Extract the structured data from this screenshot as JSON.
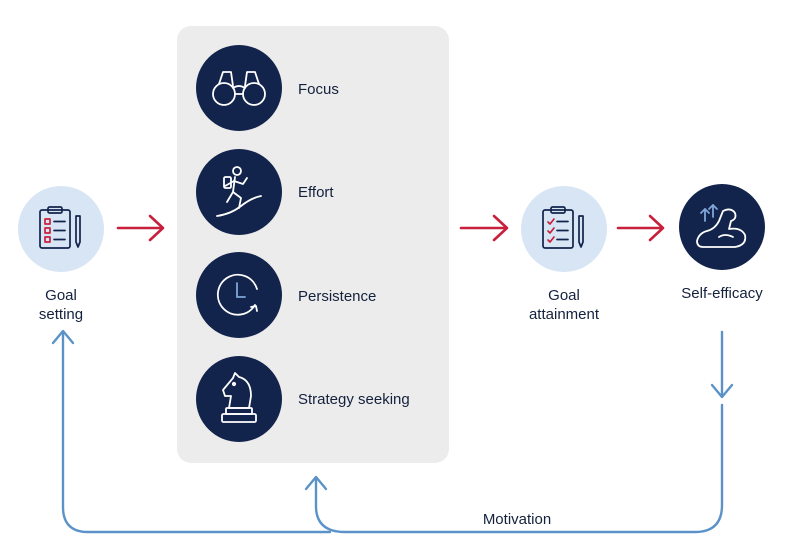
{
  "nodes": {
    "goal_setting": {
      "label_line1": "Goal",
      "label_line2": "setting",
      "icon": "clipboard-checklist-icon"
    },
    "goal_attainment": {
      "label_line1": "Goal",
      "label_line2": "attainment",
      "icon": "clipboard-checklist-icon"
    },
    "self_efficacy": {
      "label": "Self-efficacy",
      "icon": "flexed-arm-icon"
    }
  },
  "mechanisms": [
    {
      "label": "Focus",
      "icon": "binoculars-icon"
    },
    {
      "label": "Effort",
      "icon": "climber-icon"
    },
    {
      "label": "Persistence",
      "icon": "clock-cycle-icon"
    },
    {
      "label": "Strategy seeking",
      "icon": "chess-knight-icon"
    }
  ],
  "feedback_label": "Motivation",
  "colors": {
    "forward_arrow": "#c8203c",
    "feedback_arrow": "#5b93c9",
    "dark_circle": "#13244c",
    "light_circle": "#d7e5f4",
    "panel": "#ececec"
  }
}
